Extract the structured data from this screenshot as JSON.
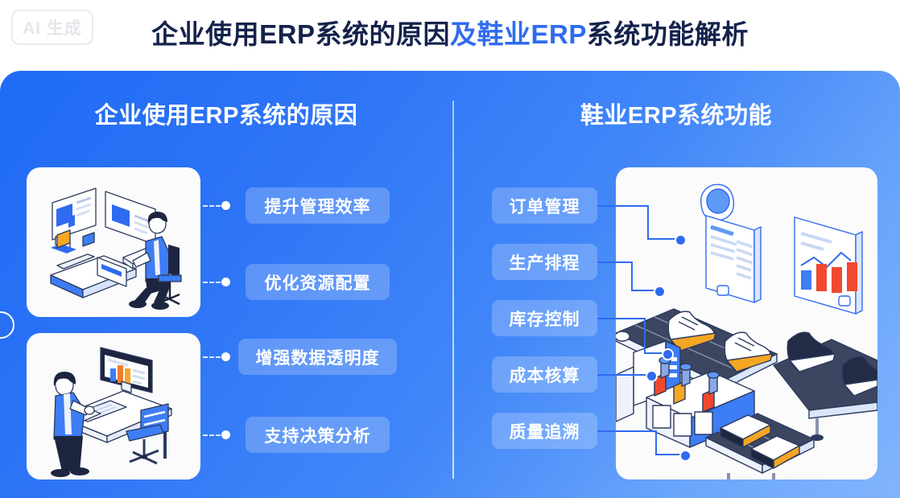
{
  "watermark": {
    "label": "AI 生成"
  },
  "header": {
    "title_part1": "企业使用ERP系统的原因",
    "title_highlight": "及鞋业ERP",
    "title_part2": "系统功能解析",
    "title_color_dark": "#15224b",
    "title_color_accent": "#2f6bf0"
  },
  "panel": {
    "background_from": "#1f6bf5",
    "background_to": "#82b4fc",
    "left": {
      "heading": "企业使用ERP系统的原因",
      "items": [
        {
          "label": "提升管理效率"
        },
        {
          "label": "优化资源配置"
        },
        {
          "label": "增强数据透明度"
        },
        {
          "label": "支持决策分析"
        }
      ],
      "illustrations": [
        {
          "name": "person-at-desk-with-dashboards"
        },
        {
          "name": "person-standing-at-desk-with-chart-monitor"
        }
      ]
    },
    "right": {
      "heading": "鞋业ERP系统功能",
      "items": [
        {
          "label": "订单管理"
        },
        {
          "label": "生产排程"
        },
        {
          "label": "库存控制"
        },
        {
          "label": "成本核算"
        },
        {
          "label": "质量追溯"
        }
      ],
      "illustration": {
        "name": "shoe-factory-conveyor-production-line"
      }
    }
  }
}
